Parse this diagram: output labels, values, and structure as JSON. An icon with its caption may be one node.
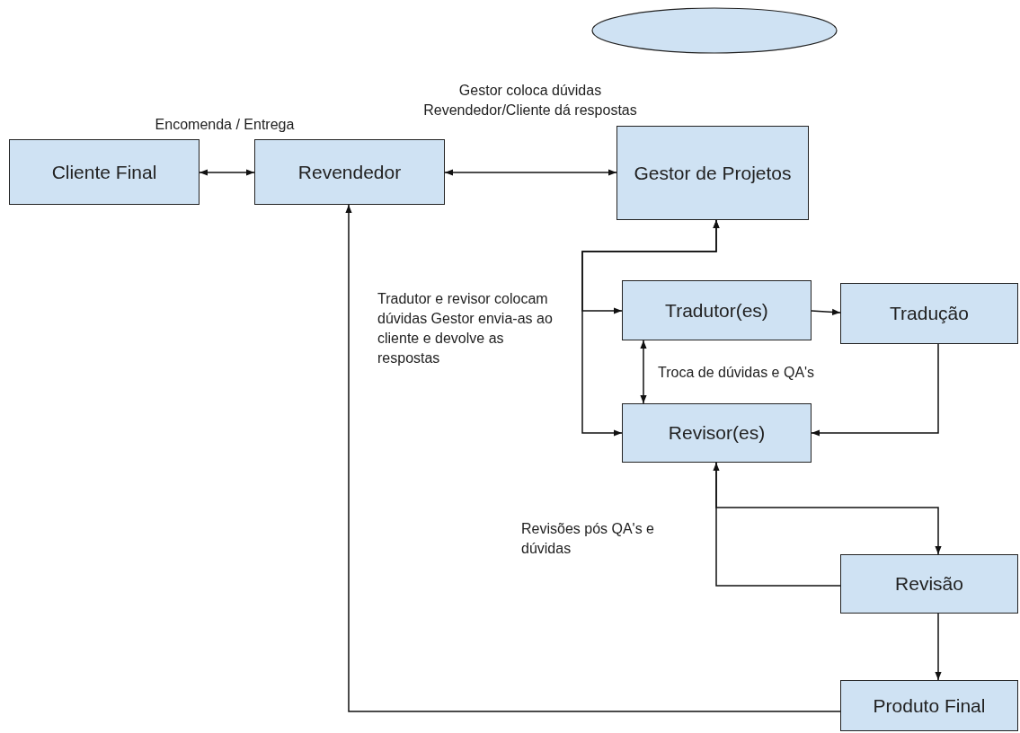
{
  "diagram": {
    "nodes": [
      {
        "text": [],
        "shape": "ellipse"
      },
      {
        "text": [
          "Cliente Final"
        ]
      },
      {
        "text": [
          "Revendedor"
        ]
      },
      {
        "text": [
          "Gestor de Projetos"
        ]
      },
      {
        "text": [
          "Tradutor(es)"
        ]
      },
      {
        "text": [
          "Tradução"
        ]
      },
      {
        "text": [
          "Revisor(es)"
        ]
      },
      {
        "text": [
          "Revisão"
        ]
      },
      {
        "text": [
          "Produto Final"
        ]
      }
    ],
    "edges": [
      {
        "from": 1,
        "to": 2,
        "arrow": "both",
        "label": "Encomenda / Entrega"
      },
      {
        "from": 2,
        "to": 3,
        "arrow": "both",
        "label": "Gestor coloca dúvidas Revendedor/Cliente dá respostas"
      },
      {
        "from": 3,
        "to": 4,
        "arrow": "both",
        "label": "Tradutor e revisor colocam dúvidas Gestor envia-as ao cliente e devolve as respostas"
      },
      {
        "from": 3,
        "to": 6,
        "arrow": "both"
      },
      {
        "from": 4,
        "to": 5,
        "arrow": "to"
      },
      {
        "from": 4,
        "to": 6,
        "arrow": "both",
        "label": "Troca de dúvidas e QA's"
      },
      {
        "from": 5,
        "to": 6,
        "arrow": "to"
      },
      {
        "from": 7,
        "to": 6,
        "arrow": "to",
        "label": "Revisões pós QA's e dúvidas"
      },
      {
        "from": 6,
        "to": 7,
        "arrow": "to"
      },
      {
        "from": 7,
        "to": 8,
        "arrow": "to"
      },
      {
        "from": 8,
        "to": 2,
        "arrow": "to"
      }
    ]
  }
}
